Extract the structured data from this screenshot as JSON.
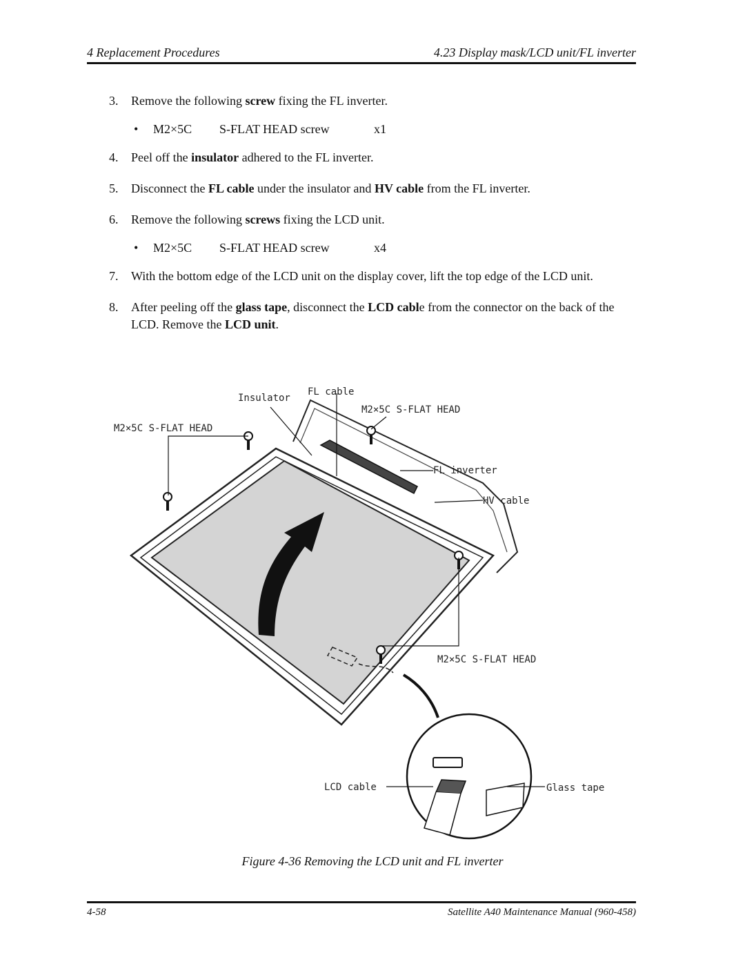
{
  "header": {
    "left": "4 Replacement Procedures",
    "right": "4.23  Display mask/LCD unit/FL inverter"
  },
  "steps": {
    "s3": {
      "num": "3.",
      "parts": [
        "Remove the following ",
        "screw",
        " fixing the FL inverter."
      ]
    },
    "s3_bullet": {
      "code": "M2×5C",
      "desc": "S-FLAT HEAD screw",
      "qty": "x1"
    },
    "s4": {
      "num": "4.",
      "parts": [
        "Peel off the ",
        "insulator",
        " adhered to the FL inverter."
      ]
    },
    "s5": {
      "num": "5.",
      "parts": [
        "Disconnect the ",
        "FL cable",
        " under the insulator and ",
        "HV cable",
        " from the FL inverter."
      ]
    },
    "s6": {
      "num": "6.",
      "parts": [
        "Remove the following ",
        "screws",
        " fixing the LCD unit."
      ]
    },
    "s6_bullet": {
      "code": "M2×5C",
      "desc": "S-FLAT HEAD screw",
      "qty": "x4"
    },
    "s7": {
      "num": "7.",
      "text": "With the bottom edge of the LCD unit on the display cover, lift the top edge of the LCD unit."
    },
    "s8": {
      "num": "8.",
      "parts": [
        "After peeling off the ",
        "glass tape",
        ", disconnect the ",
        "LCD cabl",
        "e from the connector on the back of the LCD. Remove the ",
        "LCD unit",
        "."
      ]
    }
  },
  "figure": {
    "labels": {
      "insulator": "Insulator",
      "fl_cable": "FL cable",
      "screw_top_right": "M2×5C S-FLAT HEAD",
      "screw_left": "M2×5C S-FLAT HEAD",
      "fl_inverter": "FL inverter",
      "hv_cable": "HV cable",
      "screw_bottom_right": "M2×5C S-FLAT HEAD",
      "lcd_cable": "LCD cable",
      "glass_tape": "Glass tape"
    },
    "caption": "Figure 4-36  Removing the LCD unit and FL inverter"
  },
  "footer": {
    "left": "4-58",
    "right": "Satellite A40 Maintenance Manual (960-458)"
  }
}
